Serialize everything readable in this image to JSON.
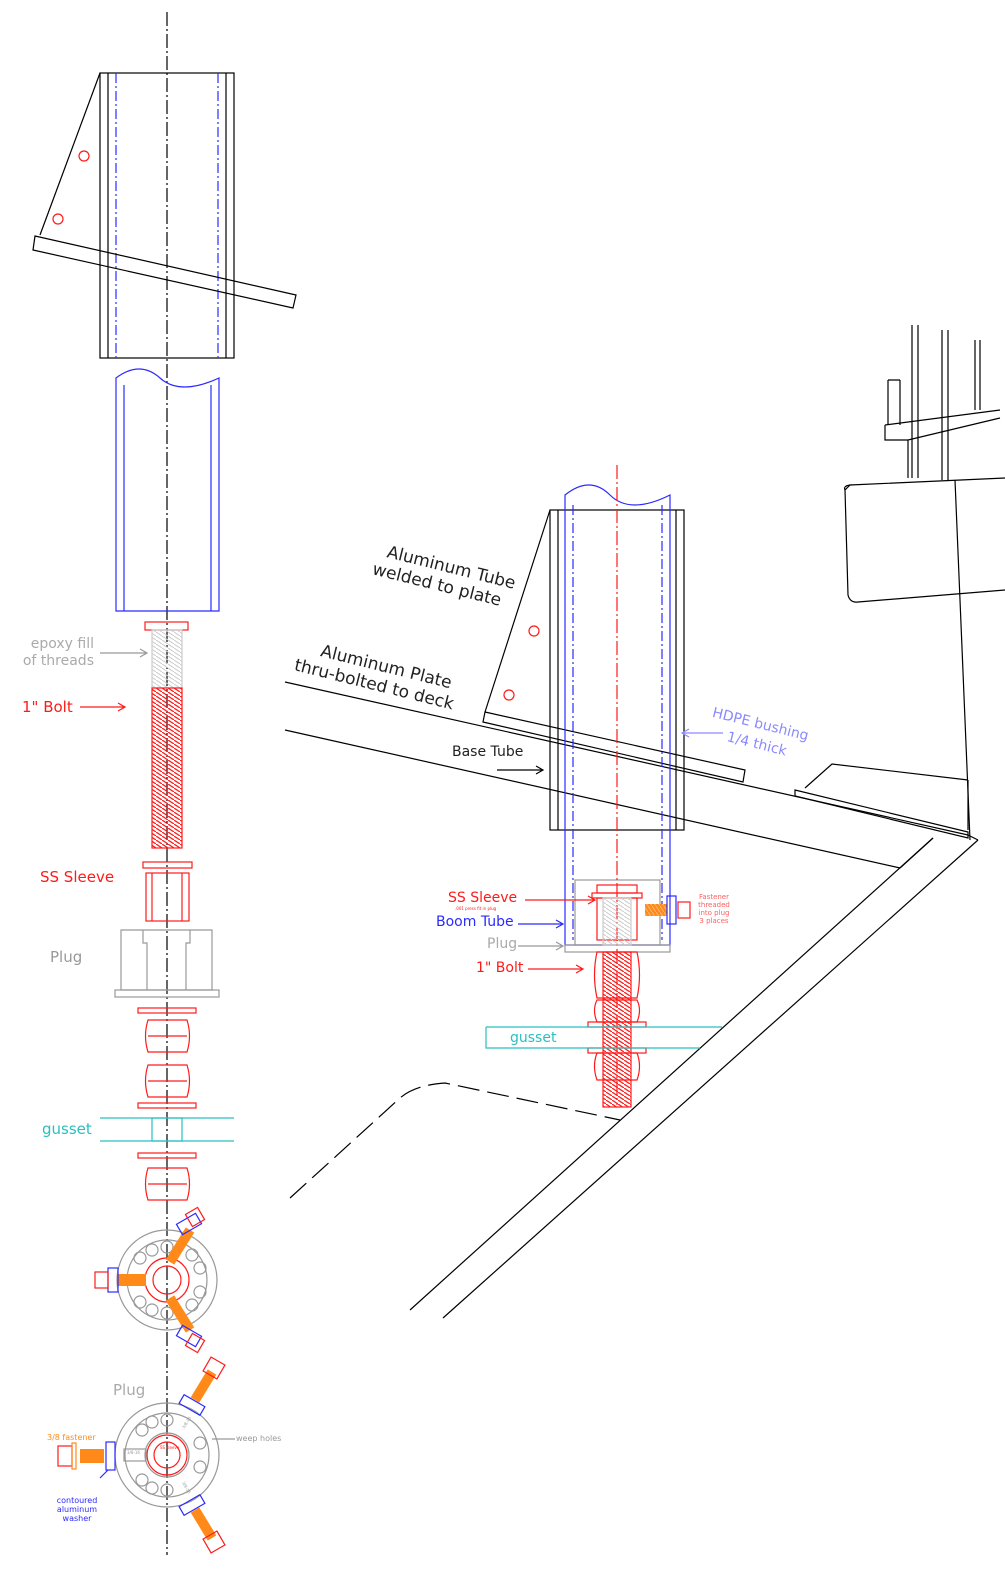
{
  "colors": {
    "black": "#000000",
    "blue": "#2a2aff",
    "red": "#ff1a1a",
    "gray": "#999999",
    "teal": "#2abfbf",
    "orange": "#ff8a1a",
    "lightblue": "#8a8aff"
  },
  "left": {
    "epoxy_line1": "epoxy fill",
    "epoxy_line2": "of threads",
    "bolt": "1\" Bolt",
    "sleeve": "SS Sleeve",
    "plug": "Plug",
    "gusset": "gusset",
    "plug_top": "Plug",
    "fastener": "3/8 fastener",
    "weep": "weep holes",
    "washer_line1": "contoured",
    "washer_line2": "aluminum",
    "washer_line3": "washer",
    "tap1": "3/8-16",
    "tap2": "3/8-16",
    "tap3": "3/8-16",
    "ss_small": "SS sleeve"
  },
  "right": {
    "tube_line1": "Aluminum Tube",
    "tube_line2": "welded to plate",
    "plate_line1": "Aluminum Plate",
    "plate_line2": "thru-bolted to deck",
    "base_tube": "Base Tube",
    "hdpe_line1": "HDPE bushing",
    "hdpe_line2": "1/4 thick",
    "sleeve": "SS Sleeve",
    "sleeve_note": ".001 press fit in plug",
    "boom": "Boom Tube",
    "plug": "Plug",
    "bolt": "1\" Bolt",
    "gusset": "gusset",
    "fastener_line1": "Fastener",
    "fastener_line2": "threaded",
    "fastener_line3": "into plug",
    "fastener_line4": "3 places"
  }
}
